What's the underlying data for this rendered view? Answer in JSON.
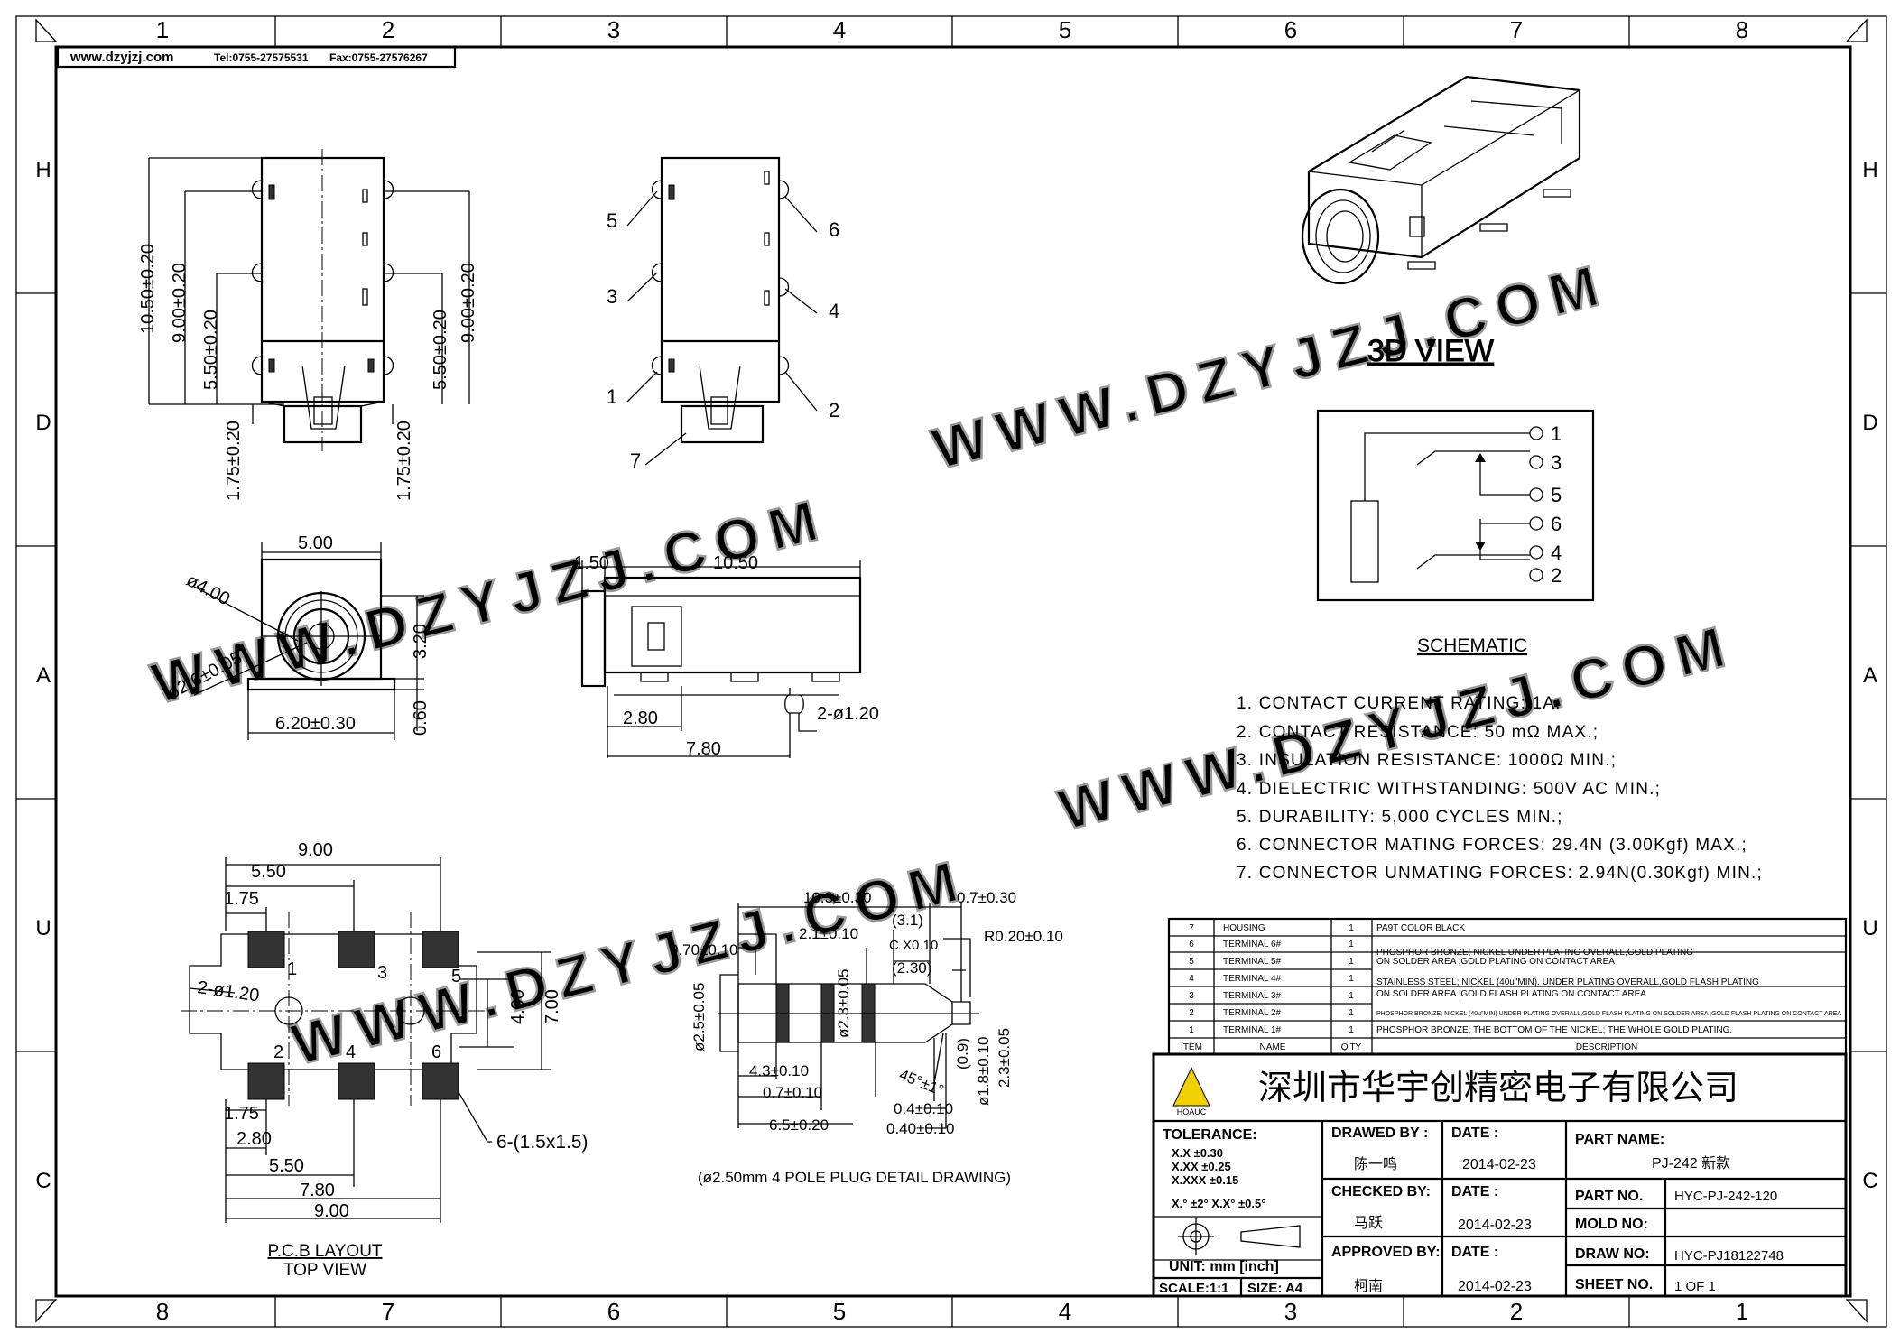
{
  "header": {
    "website": "www.dzyjzj.com",
    "tel": "Tel:0755-27575531",
    "fax": "Fax:0755-27576267"
  },
  "frame": {
    "columns_top": [
      "1",
      "2",
      "3",
      "4",
      "5",
      "6",
      "7",
      "8"
    ],
    "columns_bottom": [
      "8",
      "7",
      "6",
      "5",
      "4",
      "3",
      "2",
      "1"
    ],
    "rows_left": [
      "H",
      "D",
      "A",
      "U",
      "C"
    ],
    "rows_right": [
      "H",
      "D",
      "A",
      "U",
      "C"
    ]
  },
  "watermarks": [
    "WWW.DZYJZJ.COM",
    "WWW.DZYJZJ.COM",
    "WWW.DZYJZJ.COM",
    "WWW.DZYJZJ.COM"
  ],
  "front_view": {
    "dim_10_50": "10.50±0.20",
    "dim_9_00_l": "9.00±0.20",
    "dim_5_50_l": "5.50±0.20",
    "dim_9_00_r": "9.00±0.20",
    "dim_5_50_r": "5.50±0.20",
    "dim_1_75_l": "1.75±0.20",
    "dim_1_75_r": "1.75±0.20"
  },
  "pin_view": {
    "p1": "1",
    "p2": "2",
    "p3": "3",
    "p4": "4",
    "p5": "5",
    "p6": "6",
    "p7": "7"
  },
  "end_view": {
    "dim_5_00": "5.00",
    "dim_phi4": "ø4.00",
    "dim_phi26": "ø2.6±0.05",
    "dim_3_20": "3.20",
    "dim_0_60": "0.60",
    "dim_6_20": "6.20±0.30"
  },
  "side_view": {
    "dim_1_50": "1.50",
    "dim_10_50": "10.50",
    "dim_2_80": "2.80",
    "dim_7_80": "7.80",
    "dim_holes": "2-ø1.20"
  },
  "pcb_layout": {
    "dim_9_00_top": "9.00",
    "dim_5_50_top": "5.50",
    "dim_1_75_top": "1.75",
    "dim_holes": "2-ø1.20",
    "dim_4_00": "4.00",
    "dim_7_00": "7.00",
    "dim_1_75_bot": "1.75",
    "dim_2_80": "2.80",
    "dim_5_50_bot": "5.50",
    "dim_7_80": "7.80",
    "dim_9_00_bot": "9.00",
    "pad_note": "6-(1.5x1.5)",
    "pads": [
      "1",
      "3",
      "5",
      "2",
      "4",
      "6"
    ],
    "title": "P.C.B LAYOUT",
    "subtitle": "TOP VIEW"
  },
  "plug_detail": {
    "d_10_3": "10.3±0.30",
    "d_3_1": "(3.1)",
    "d_0_7_top": "0.7±0.30",
    "d_0_70": "0.70±0.10",
    "d_2_1": "2.1±0.10",
    "d_cx": "C X0.10",
    "d_2_30": "(2.30)",
    "d_r020": "R0.20±0.10",
    "d_phi25": "ø2.5±0.05",
    "d_phi23": "ø2.3±0.05",
    "d_0_9": "(0.9)",
    "d_phi18": "ø1.8±0.10",
    "d_2_3": "2.3±0.05",
    "d_4_3": "4.3±0.10",
    "d_0_7_bot": "0.7±0.10",
    "d_45": "45°±1°",
    "d_0_4": "0.4±0.10",
    "d_6_5": "6.5±0.20",
    "d_0_40": "0.40±0.10",
    "caption": "(ø2.50mm 4 POLE PLUG DETAIL DRAWING)"
  },
  "view_3d": {
    "label": "3D VIEW"
  },
  "schematic": {
    "pins": [
      "1",
      "3",
      "5",
      "6",
      "4",
      "2"
    ],
    "label": "SCHEMATIC"
  },
  "specs": [
    "1.  CONTACT  CURRENT  RATING: 1A.",
    "2.  CONTACT  RESISTANCE: 50 mΩ  MAX.;",
    "3.  INSULATION  RESISTANCE: 1000Ω  MIN.;",
    "4.  DIELECTRIC  WITHSTANDING: 500V AC  MIN.;",
    "5.  DURABILITY: 5,000  CYCLES  MIN.;",
    "6.  CONNECTOR  MATING  FORCES: 29.4N (3.00Kgf)  MAX.;",
    "7.  CONNECTOR  UNMATING  FORCES: 2.94N(0.30Kgf)  MIN.;"
  ],
  "bom": {
    "rows": [
      {
        "item": "7",
        "name": "HOUSING",
        "qty": "1",
        "desc": "PA9T    COLOR BLACK"
      },
      {
        "item": "6",
        "name": "TERMINAL 6#",
        "qty": "1",
        "desc": "PHOSPHOR BRONZE; NICKEL UNDER PLATING OVERALL,GOLD PLATING"
      },
      {
        "item": "5",
        "name": "TERMINAL 5#",
        "qty": "1",
        "desc": "ON SOLDER AREA ;GOLD PLATING ON CONTACT AREA"
      },
      {
        "item": "4",
        "name": "TERMINAL 4#",
        "qty": "1",
        "desc": "STAINLESS STEEL; NICKEL (40u\"MIN). UNDER PLATING OVERALL,GOLD FLASH PLATING"
      },
      {
        "item": "3",
        "name": "TERMINAL 3#",
        "qty": "1",
        "desc": "ON SOLDER AREA ;GOLD FLASH PLATING ON CONTACT AREA"
      },
      {
        "item": "2",
        "name": "TERMINAL 2#",
        "qty": "1",
        "desc": "PHOSPHOR BRONZE; NICKEL (40u\"MIN) UNDER PLATING OVERALL,GOLD FLASH PLATING ON SOLDER AREA ;GOLD FLASH PLATING ON CONTACT AREA"
      },
      {
        "item": "1",
        "name": "TERMINAL 1#",
        "qty": "1",
        "desc": "PHOSPHOR BRONZE; THE BOTTOM OF THE NICKEL; THE WHOLE GOLD PLATING."
      }
    ],
    "headers": {
      "item": "ITEM",
      "name": "NAME",
      "qty": "Q'TY",
      "desc": "DESCRIPTION"
    }
  },
  "title_block": {
    "company": "深圳市华宇创精密电子有限公司",
    "logo_text": "HOAUC",
    "tolerance_label": "TOLERANCE:",
    "tol_x": "X.X      ±0.30",
    "tol_xx": "X.XX    ±0.25",
    "tol_xxx": "X.XXX  ±0.15",
    "tol_angles": "X.°  ±2°        X.X°  ±0.5°",
    "unit": "UNIT:  mm  [inch]",
    "scale": "SCALE:1:1",
    "size": "SIZE: A4",
    "drawn_by_label": "DRAWED BY :",
    "drawn_by": "陈一鸣",
    "checked_by_label": "CHECKED BY:",
    "checked_by": "马跃",
    "approved_by_label": "APPROVED BY:",
    "approved_by": "柯南",
    "date_label": "DATE :",
    "date1": "2014-02-23",
    "date2": "2014-02-23",
    "date3": "2014-02-23",
    "part_name_label": "PART NAME:",
    "part_name": "PJ-242 新款",
    "part_no_label": "PART NO.",
    "part_no": "HYC-PJ-242-120",
    "mold_no_label": "MOLD NO:",
    "mold_no": "",
    "draw_no_label": "DRAW NO:",
    "draw_no": "HYC-PJ18122748",
    "sheet_no_label": "SHEET NO.",
    "sheet_no": "1 OF 1"
  }
}
